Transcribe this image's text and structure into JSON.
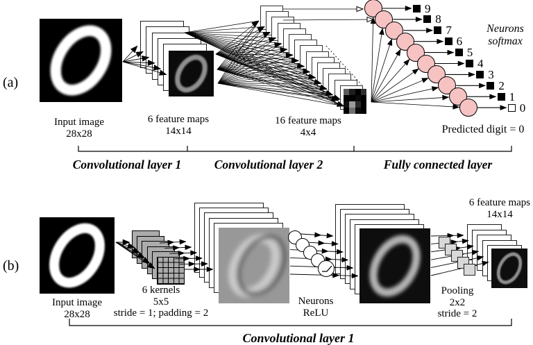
{
  "colors": {
    "neuron_pink": "#f6c2c2",
    "kernel_gray": "#ababab",
    "pool_gray": "#d8d8d8",
    "ink": "#000000",
    "paper": "#ffffff"
  },
  "panel_a": {
    "tag": "(a)",
    "input_caption": {
      "line1": "Input image",
      "line2": "28x28"
    },
    "maps6_caption": {
      "line1": "6 feature maps",
      "line2": "14x14"
    },
    "maps16_caption": {
      "line1": "16 feature maps",
      "line2": "4x4"
    },
    "neurons_caption": {
      "line1": "Neurons",
      "line2": "softmax"
    },
    "predicted": "Predicted digit = 0",
    "outputs": [
      {
        "digit": "9",
        "filled": true
      },
      {
        "digit": "8",
        "filled": true
      },
      {
        "digit": "7",
        "filled": true
      },
      {
        "digit": "6",
        "filled": true
      },
      {
        "digit": "5",
        "filled": true
      },
      {
        "digit": "4",
        "filled": true
      },
      {
        "digit": "3",
        "filled": true
      },
      {
        "digit": "2",
        "filled": true
      },
      {
        "digit": "1",
        "filled": true
      },
      {
        "digit": "0",
        "filled": false
      }
    ],
    "sections": [
      {
        "label": "Convolutional layer 1"
      },
      {
        "label": "Convolutional layer 2"
      },
      {
        "label": "Fully connected layer"
      }
    ]
  },
  "panel_b": {
    "tag": "(b)",
    "input_caption": {
      "line1": "Input image",
      "line2": "28x28"
    },
    "kernels_caption": {
      "line1": "6 kernels",
      "line2": "5x5",
      "line3": "stride = 1; padding = 2"
    },
    "neurons_caption": {
      "line1": "Neurons",
      "line2": "ReLU"
    },
    "pooling_caption": {
      "line1": "Pooling",
      "line2": "2x2",
      "line3": "stride = 2"
    },
    "maps6_caption": {
      "line1": "6 feature maps",
      "line2": "14x14"
    },
    "section": "Convolutional layer 1"
  }
}
